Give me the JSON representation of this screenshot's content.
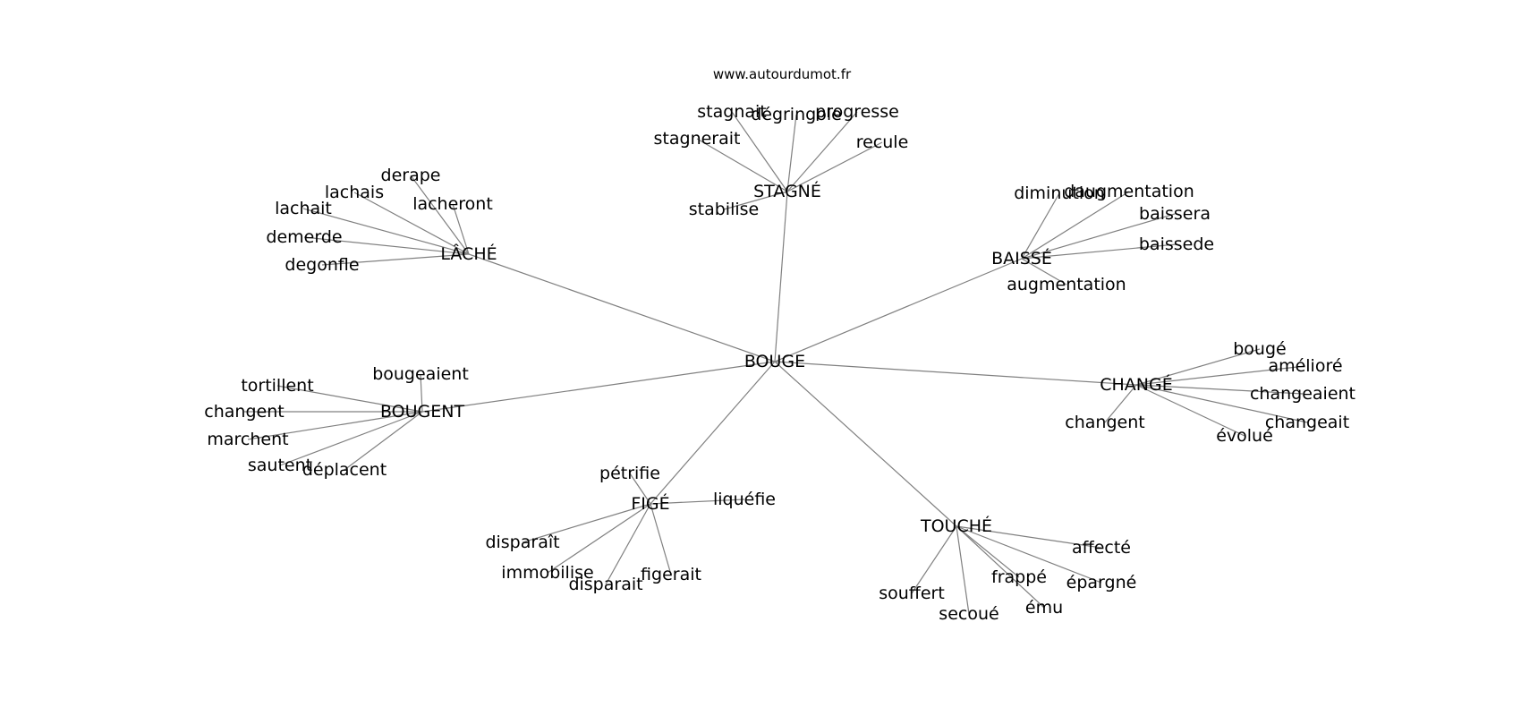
{
  "source": "www.autourdumot.fr",
  "colors": {
    "edge": "#808080",
    "text": "#000000",
    "background": "#ffffff"
  },
  "graph": {
    "root": "BOUGE",
    "clusters": [
      {
        "id": "stagne",
        "label": "STAGNÉ",
        "leaves": [
          {
            "id": "stagnait",
            "label": "stagnait"
          },
          {
            "id": "degringole",
            "label": "dégringole"
          },
          {
            "id": "progresse",
            "label": "progresse"
          },
          {
            "id": "stagnerait",
            "label": "stagnerait"
          },
          {
            "id": "recule",
            "label": "recule"
          },
          {
            "id": "stabilise",
            "label": "stabilise"
          }
        ]
      },
      {
        "id": "lache",
        "label": "LÂCHÉ",
        "leaves": [
          {
            "id": "derape",
            "label": "derape"
          },
          {
            "id": "lachais",
            "label": "lachais"
          },
          {
            "id": "lacheront",
            "label": "lacheront"
          },
          {
            "id": "lachait",
            "label": "lachait"
          },
          {
            "id": "demerde",
            "label": "demerde"
          },
          {
            "id": "degonfle",
            "label": "degonfle"
          }
        ]
      },
      {
        "id": "baisse",
        "label": "BAISSÉ",
        "leaves": [
          {
            "id": "diminution",
            "label": "diminution"
          },
          {
            "id": "daugmentation",
            "label": "daugmentation"
          },
          {
            "id": "baissera",
            "label": "baissera"
          },
          {
            "id": "baissede",
            "label": "baissede"
          },
          {
            "id": "augmentation",
            "label": "augmentation"
          }
        ]
      },
      {
        "id": "bougent",
        "label": "BOUGENT",
        "leaves": [
          {
            "id": "bougeaient",
            "label": "bougeaient"
          },
          {
            "id": "tortillent",
            "label": "tortillent"
          },
          {
            "id": "changent-b",
            "label": "changent"
          },
          {
            "id": "marchent",
            "label": "marchent"
          },
          {
            "id": "sautent",
            "label": "sautent"
          },
          {
            "id": "deplacent",
            "label": "déplacent"
          }
        ]
      },
      {
        "id": "change",
        "label": "CHANGÉ",
        "leaves": [
          {
            "id": "bouge-leaf",
            "label": "bougé"
          },
          {
            "id": "ameliore",
            "label": "amélioré"
          },
          {
            "id": "changeaient",
            "label": "changeaient"
          },
          {
            "id": "changeait",
            "label": "changeait"
          },
          {
            "id": "evolue",
            "label": "évolué"
          },
          {
            "id": "changent-c",
            "label": "changent"
          }
        ]
      },
      {
        "id": "fige",
        "label": "FIGÉ",
        "leaves": [
          {
            "id": "petrifie",
            "label": "pétrifie"
          },
          {
            "id": "liquefie",
            "label": "liquéfie"
          },
          {
            "id": "disparait-accent",
            "label": "disparaît"
          },
          {
            "id": "immobilise",
            "label": "immobilise"
          },
          {
            "id": "disparait",
            "label": "disparait"
          },
          {
            "id": "figerait",
            "label": "figerait"
          }
        ]
      },
      {
        "id": "touche",
        "label": "TOUCHÉ",
        "leaves": [
          {
            "id": "affecte",
            "label": "affecté"
          },
          {
            "id": "frappe",
            "label": "frappé"
          },
          {
            "id": "epargne",
            "label": "épargné"
          },
          {
            "id": "souffert",
            "label": "souffert"
          },
          {
            "id": "secoue",
            "label": "secoué"
          },
          {
            "id": "emu",
            "label": "ému"
          }
        ]
      }
    ]
  }
}
